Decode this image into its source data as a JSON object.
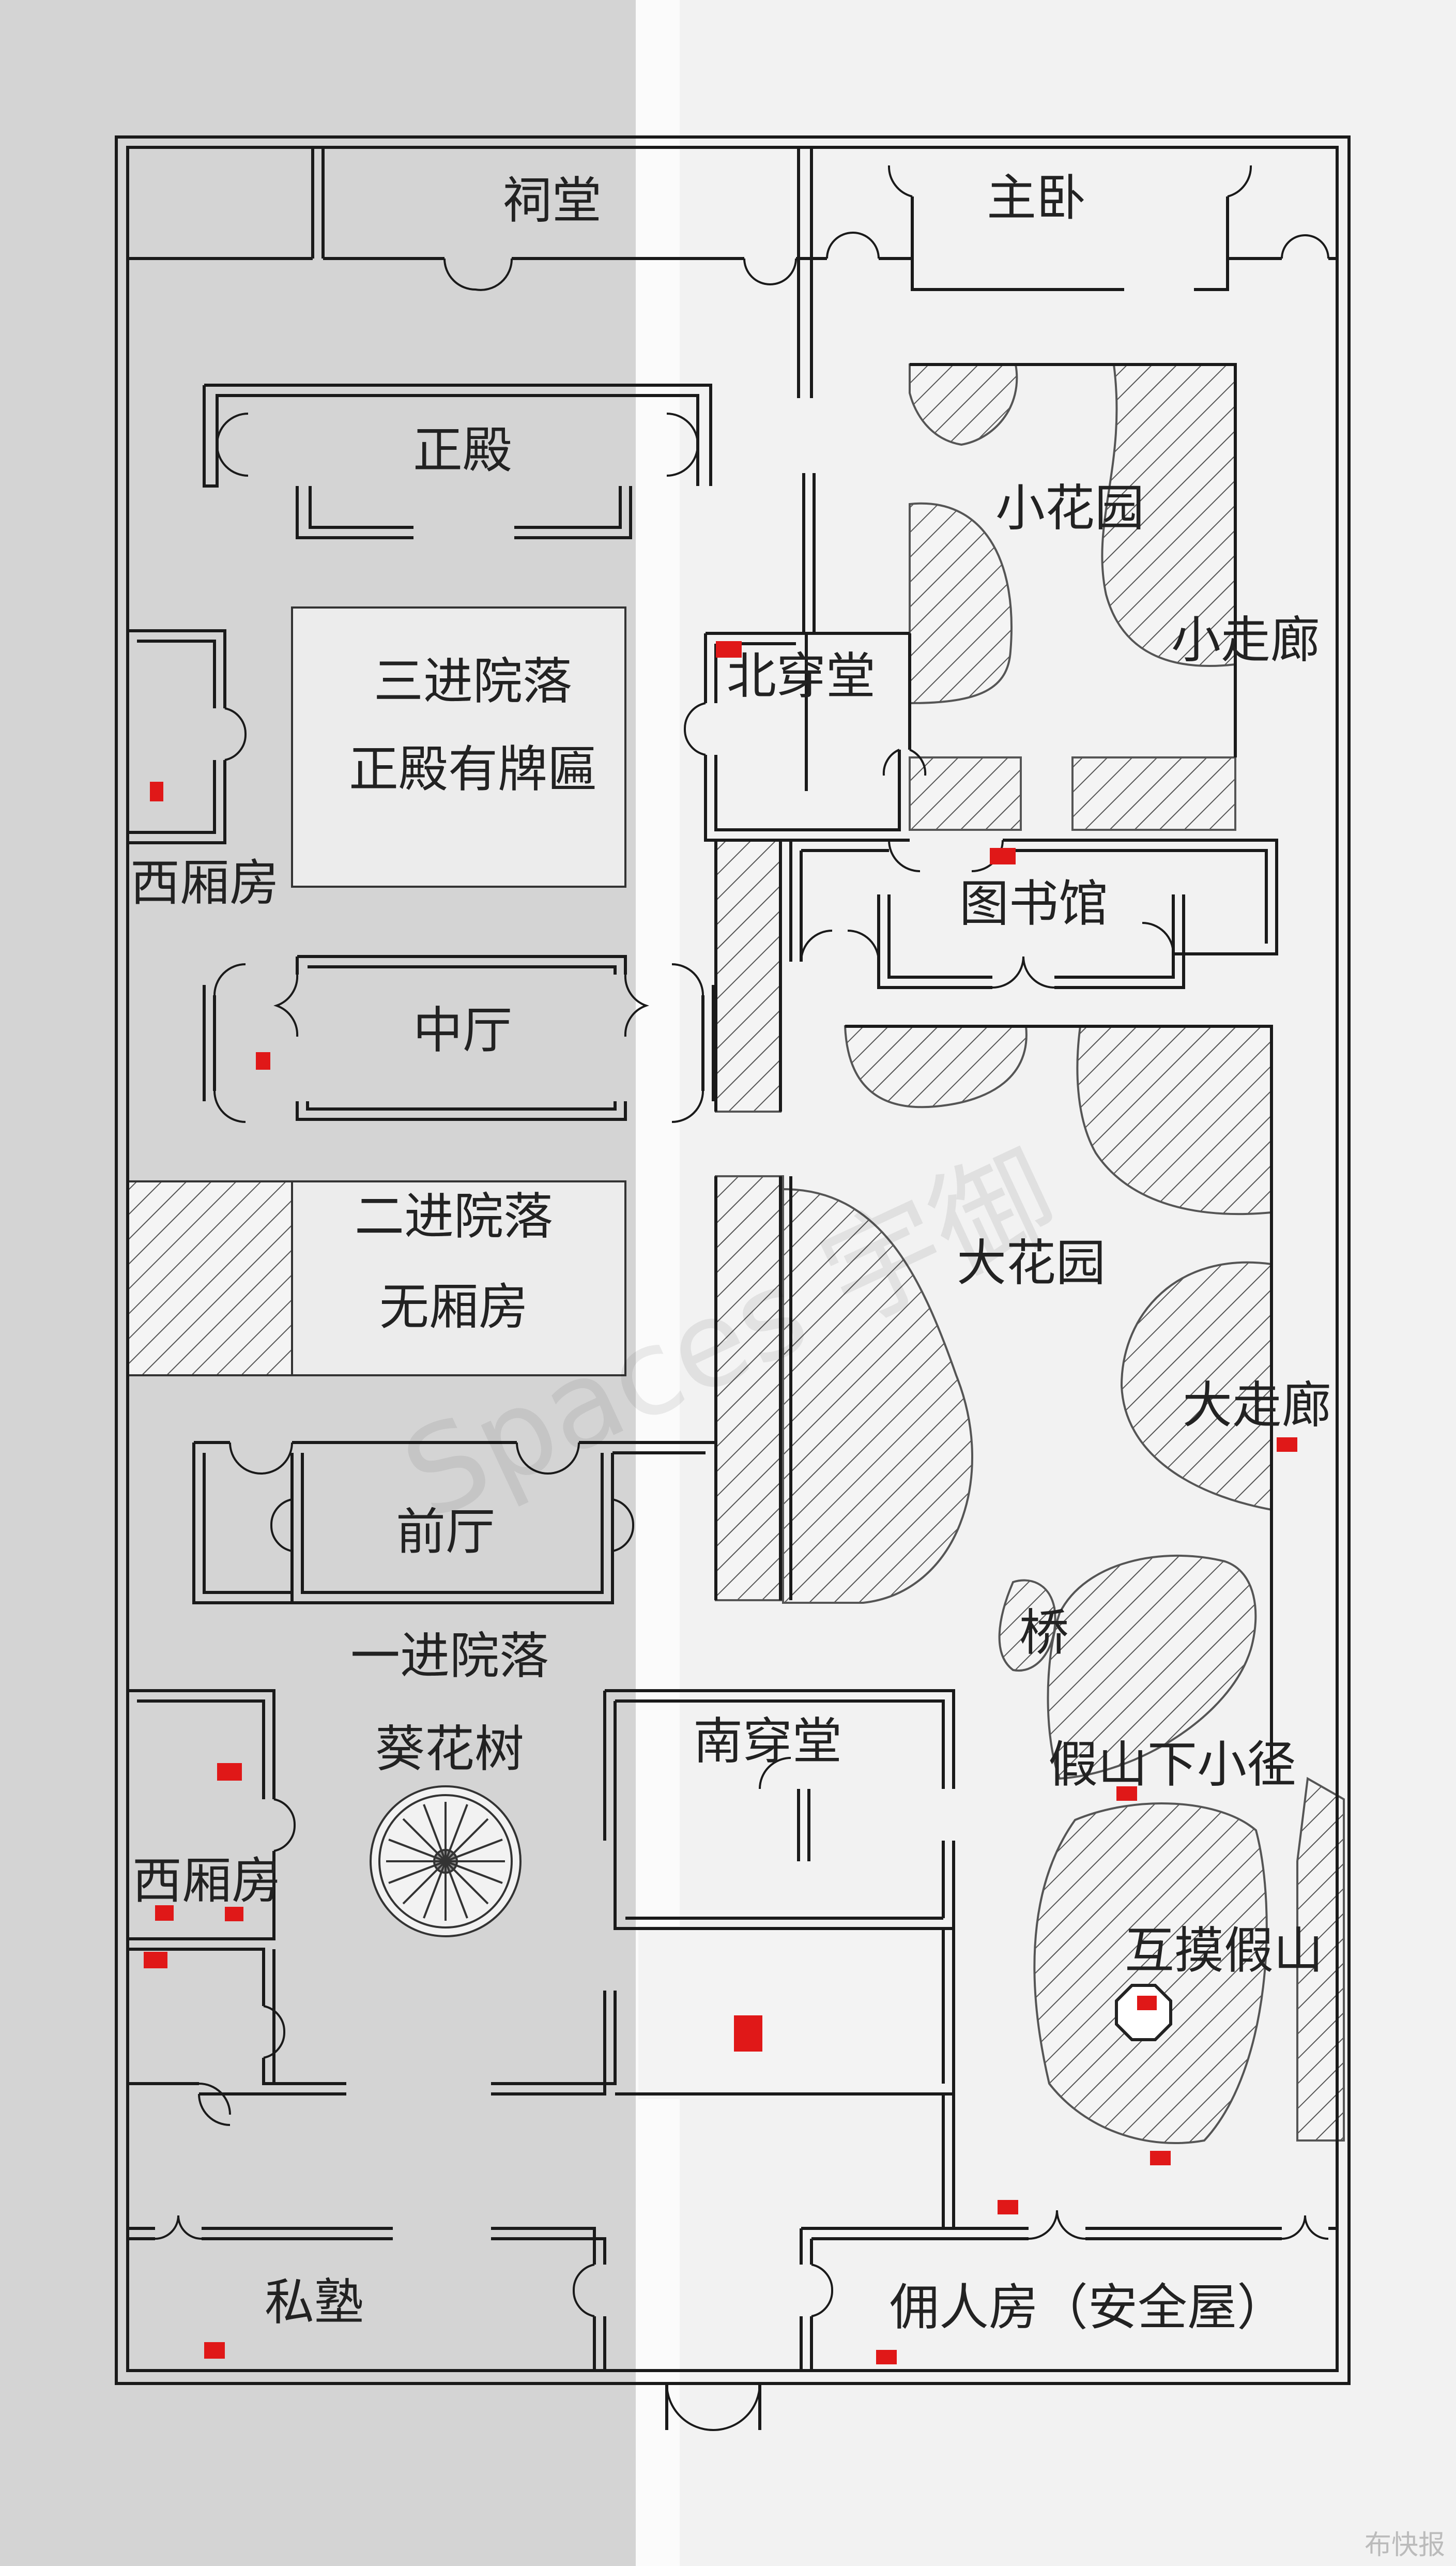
{
  "rooms": {
    "citang": "祠堂",
    "zhuwo": "主卧",
    "zhengdian": "正殿",
    "xiaohuayuan": "小花园",
    "xiaozoulang": "小走廊",
    "sanjin_line1": "三进院落",
    "sanjin_line2": "正殿有牌匾",
    "beichuantang": "北穿堂",
    "xixiangfang_north": "西厢房",
    "tushuguan": "图书馆",
    "zhongting": "中厅",
    "erjin_line1": "二进院落",
    "erjin_line2": "无厢房",
    "dahuayuan": "大花园",
    "dazoulang": "大走廊",
    "qianting": "前厅",
    "qiao": "桥",
    "yijin": "一进院落",
    "kuihuashu": "葵花树",
    "nanchuantang": "南穿堂",
    "jiashan_path": "假山下小径",
    "xixiangfang_south": "西厢房",
    "humo_jiashan": "互摸假山",
    "sishu": "私塾",
    "yongrenfang": "佣人房（安全屋）"
  },
  "watermark": "Spaces 宇御",
  "corner_logo": "布快报",
  "colors": {
    "wall": "#1a1a1a",
    "marker": "#e01818",
    "hatch": "#555555",
    "courtyard_fill": "#ececec"
  }
}
